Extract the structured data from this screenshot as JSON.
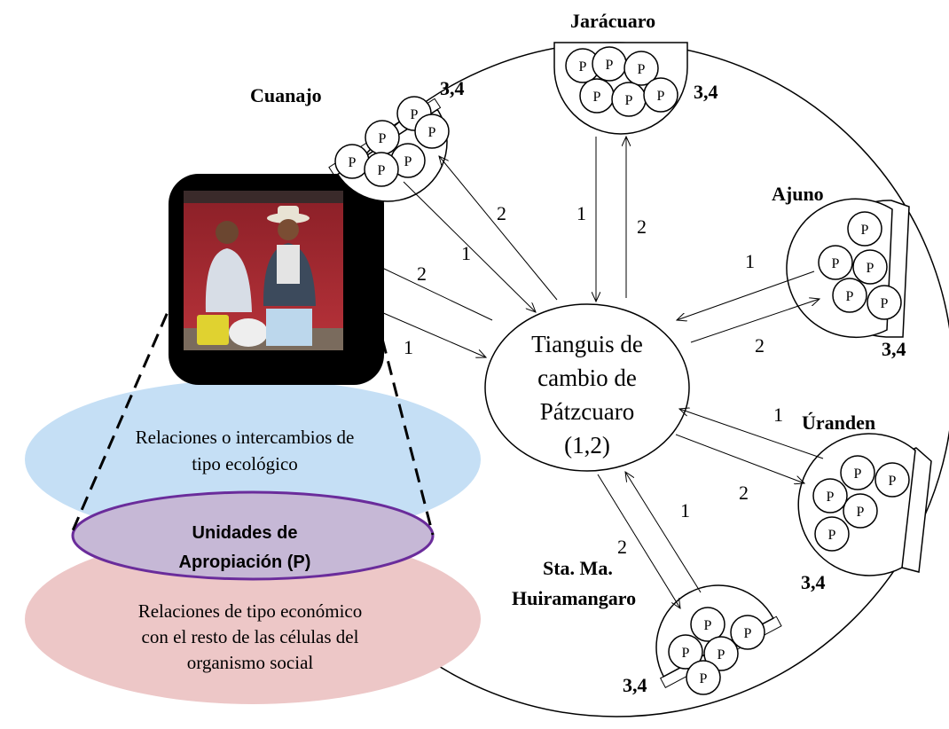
{
  "center": {
    "line1": "Tianguis de",
    "line2": "cambio de",
    "line3": "Pátzcuaro",
    "line4": "(1,2)"
  },
  "communities": {
    "cuanajo": {
      "name": "Cuanajo",
      "code": "3,4"
    },
    "jaracuaro": {
      "name": "Jarácuaro",
      "code": "3,4"
    },
    "ajuno": {
      "name": "Ajuno",
      "code": "3,4"
    },
    "uranden": {
      "name": "Úranden",
      "code": "3,4"
    },
    "huiramangaro": {
      "name_line1": "Sta. Ma.",
      "name_line2": "Huiramangaro",
      "code": "3,4"
    }
  },
  "unit_symbol": "P",
  "flow_labels": {
    "one": "1",
    "two": "2"
  },
  "ellipses": {
    "ecological": {
      "line1": "Relaciones o intercambios de",
      "line2": "tipo ecológico"
    },
    "units": {
      "line1": "Unidades de",
      "line2": "Apropiación (P)"
    },
    "economic": {
      "line1": "Relaciones de tipo económico",
      "line2": "con el resto de las células del",
      "line3": "organismo social"
    }
  },
  "colors": {
    "ecological_fill": "#c5dff5",
    "economic_fill": "#edc7c7",
    "units_fill": "#c6b8d6",
    "units_stroke": "#6a2c9b"
  }
}
